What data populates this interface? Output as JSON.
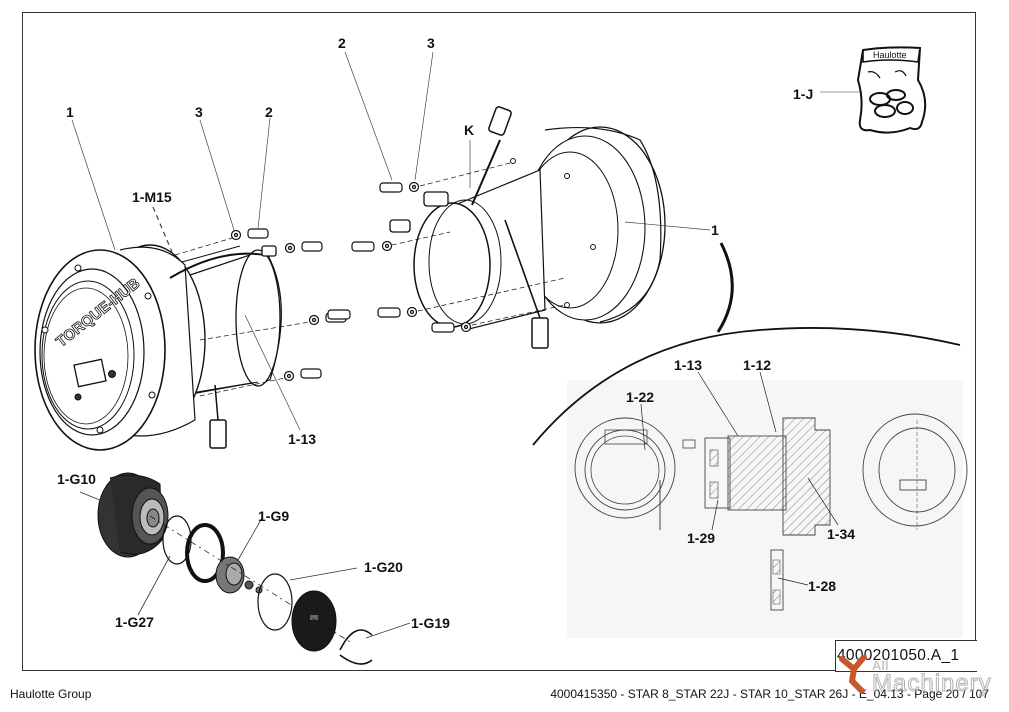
{
  "document": {
    "drawing_reference": "4000201050.A_1",
    "footer": {
      "company": "Haulotte Group",
      "doc_info": "4000415350 - STAR 8_STAR 22J - STAR 10_STAR 26J - E_04.13 - Page 20 / 107"
    },
    "watermark": {
      "line1": "All",
      "line2": "Machinery",
      "color": "#c8582a"
    }
  },
  "kit_bag": {
    "brand_label": "Haulotte",
    "callout": "1-J"
  },
  "exploded_view": {
    "callouts": {
      "left_hub": "1",
      "left_washer": "3",
      "left_screw": "2",
      "harness": "1-M15",
      "left_motor": "1-13",
      "top_screw": "2",
      "top_washer": "3",
      "cable_kit": "K",
      "right_hub": "1"
    },
    "hub_face_text": "TORQUE-HUB"
  },
  "cover_kit": {
    "callouts": {
      "housing": "1-G10",
      "o_ring_small": "1-G27",
      "cover_plate": "1-G9",
      "o_ring_large": "1-G20",
      "retaining_ring": "1-G19"
    }
  },
  "section_detail": {
    "callouts": {
      "motor": "1-13",
      "seal": "1-12",
      "sensor": "1-22",
      "brake": "1-29",
      "bearing": "1-34",
      "brake_detail": "1-28"
    }
  }
}
